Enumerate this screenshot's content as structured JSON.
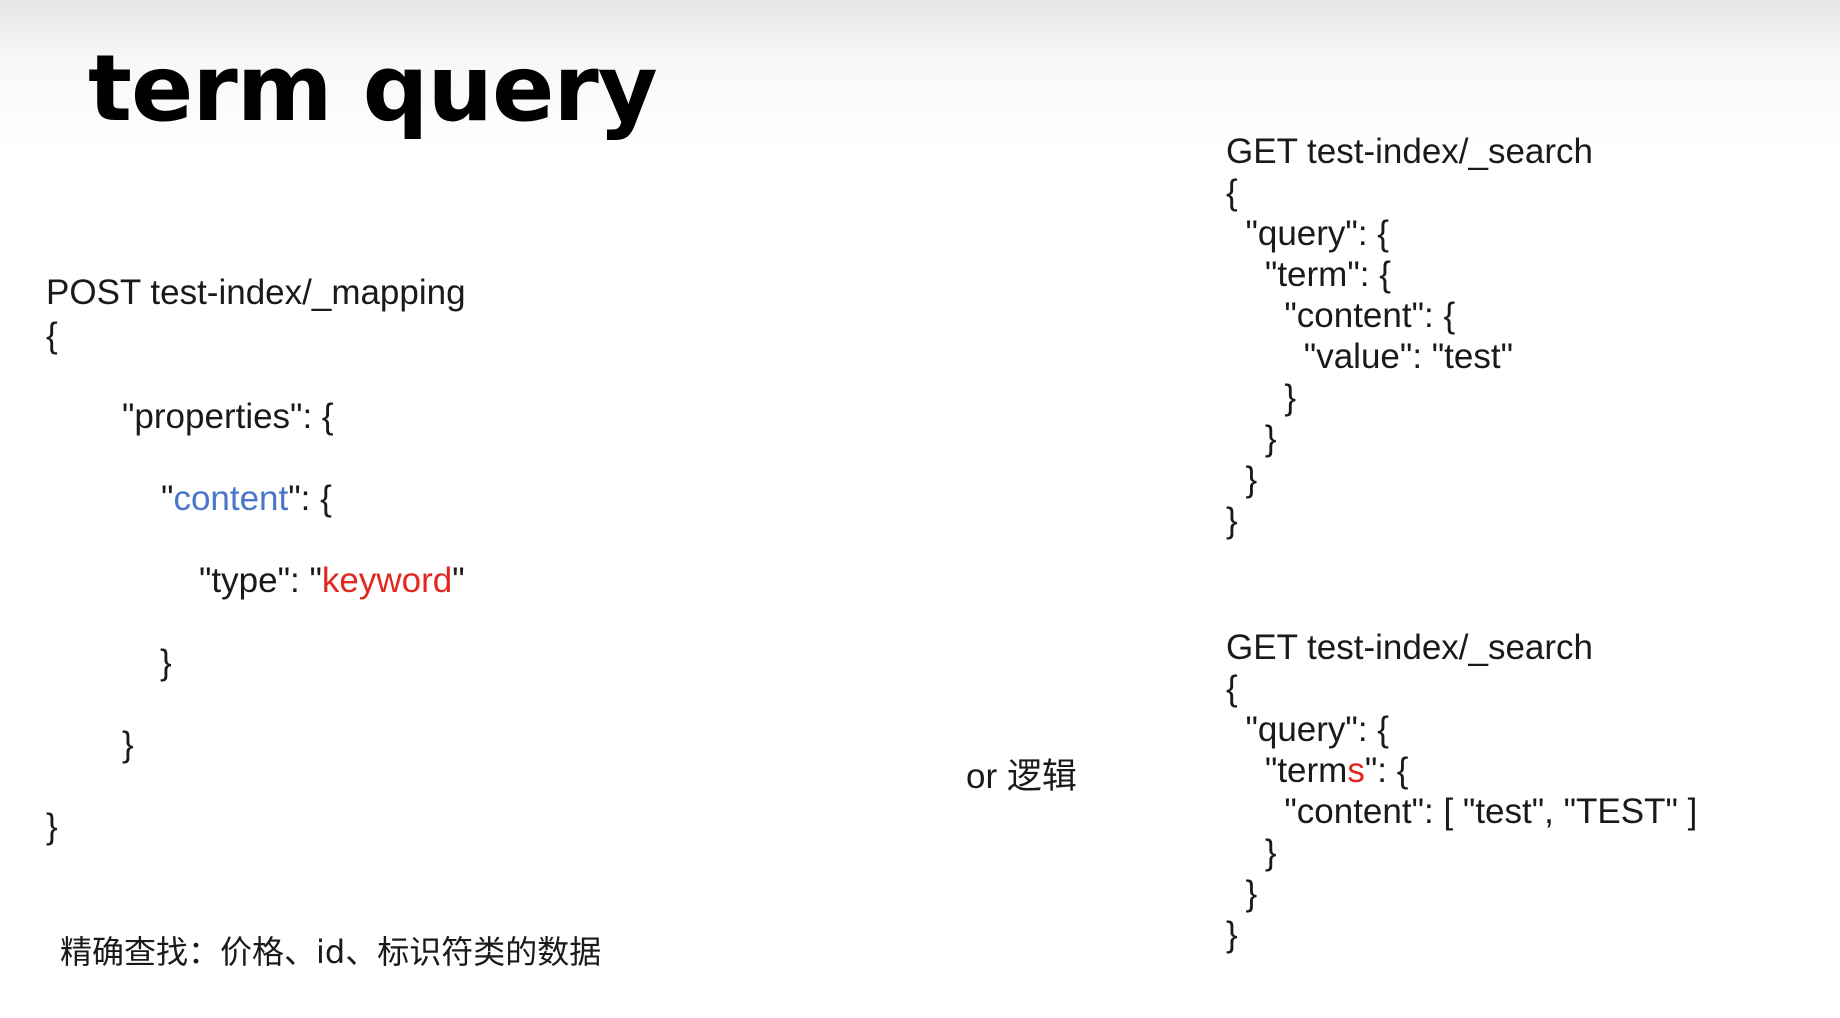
{
  "title": "term query",
  "mapping": {
    "method_line": "POST test-index/_mapping",
    "open_brace": "{",
    "properties_line": "\"properties\": {",
    "content_quote_open": "\"",
    "content_key": "content",
    "content_rest": "\": {",
    "type_prefix": "\"type\": \"",
    "type_value": "keyword",
    "type_suffix": "\"",
    "close_inner": "}",
    "close_properties": "}",
    "close_outer": "}"
  },
  "term_query": {
    "lines": [
      "GET test-index/_search",
      "{",
      "  \"query\": {",
      "    \"term\": {",
      "      \"content\": {",
      "        \"value\": \"test\"",
      "      }",
      "    }",
      "  }",
      "}"
    ]
  },
  "terms_query": {
    "method_line": "GET test-index/_search",
    "open_brace": "{",
    "query_line": "  \"query\": {",
    "terms_quote_open": "    \"term",
    "terms_highlight": "s",
    "terms_rest": "\": {",
    "content_line": "      \"content\": [ \"test\", \"TEST\" ]",
    "close_terms": "    }",
    "close_query": "  }",
    "close_outer": "}"
  },
  "or_label": "or 逻辑",
  "note": "精确查找：价格、id、标识符类的数据",
  "colors": {
    "highlight_blue": "#4a76c9",
    "highlight_red": "#e0281e"
  }
}
